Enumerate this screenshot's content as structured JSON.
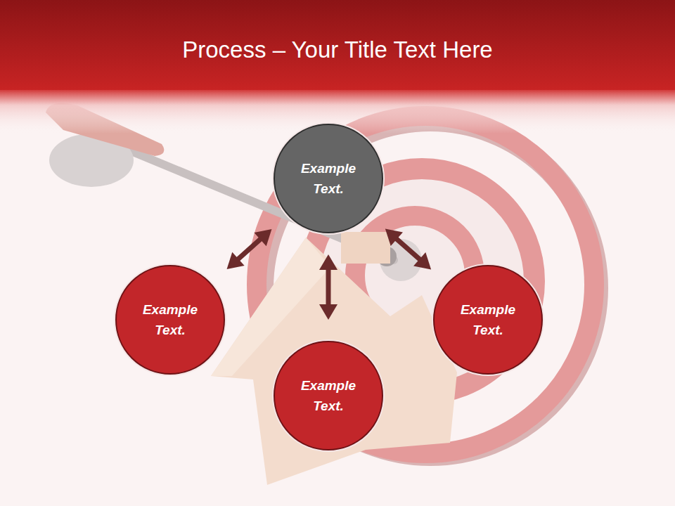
{
  "diagram": {
    "title": "Process – Your Title Text Here",
    "nodes": [
      {
        "text": [
          "Example Text."
        ]
      },
      {
        "text": [
          "Example Text."
        ]
      },
      {
        "text": [
          "Example Text."
        ]
      },
      {
        "text": [
          "Example Text."
        ]
      }
    ],
    "edges": [
      {
        "from": 0,
        "to": 1,
        "arrow": "both"
      },
      {
        "from": 0,
        "to": 3,
        "arrow": "both"
      },
      {
        "from": 0,
        "to": 2,
        "arrow": "both"
      }
    ]
  }
}
